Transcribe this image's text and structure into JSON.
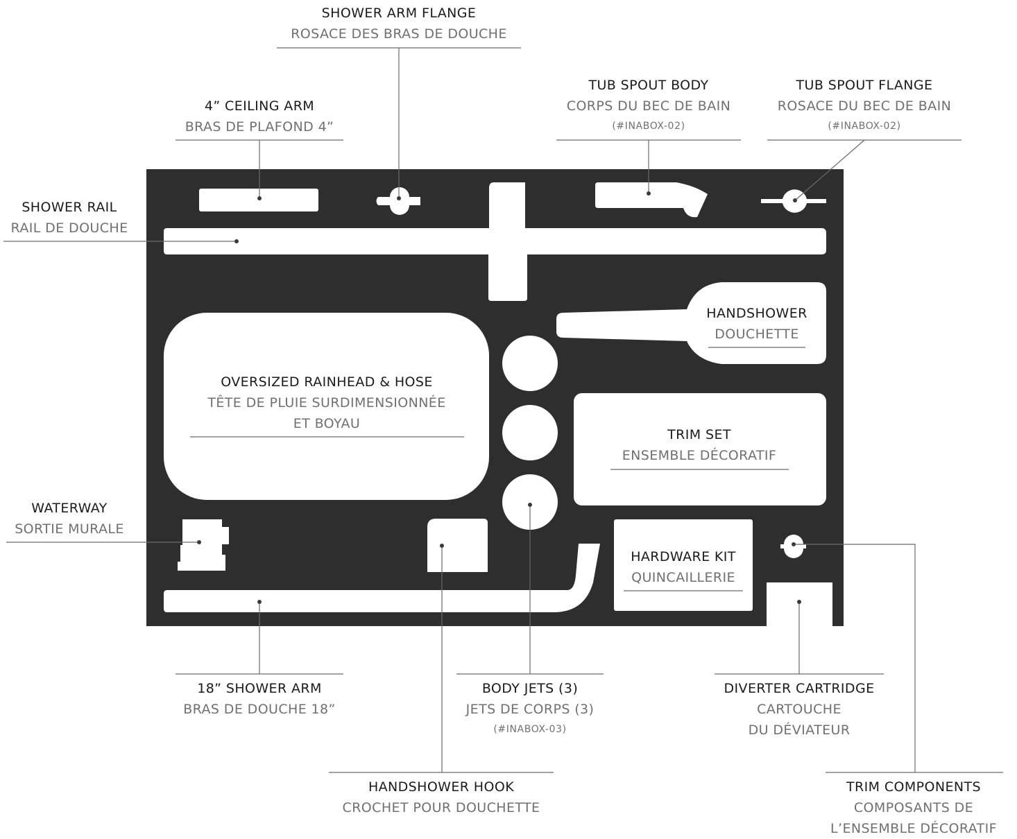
{
  "colors": {
    "tray": "#2e2e2e",
    "cutout": "#ffffff",
    "leader": "#6b6b6b",
    "label_primary": "#1b1b1b",
    "label_secondary": "#707070"
  },
  "labels": {
    "shower_arm_flange": {
      "en": "SHOWER ARM FLANGE",
      "fr": "ROSACE DES BRAS DE DOUCHE"
    },
    "ceiling_arm": {
      "en": "4” CEILING ARM",
      "fr": "BRAS DE PLAFOND 4”"
    },
    "tub_spout_body": {
      "en": "TUB SPOUT BODY",
      "fr": "CORPS DU BEC DE BAIN",
      "code": "(#INABOX-02)"
    },
    "tub_spout_flange": {
      "en": "TUB SPOUT FLANGE",
      "fr": "ROSACE DU BEC DE BAIN",
      "code": "(#INABOX-02)"
    },
    "shower_rail": {
      "en": "SHOWER RAIL",
      "fr": "RAIL DE DOUCHE"
    },
    "handshower": {
      "en": "HANDSHOWER",
      "fr": "DOUCHETTE"
    },
    "rainhead": {
      "en": "OVERSIZED RAINHEAD & HOSE",
      "fr": "TÊTE DE PLUIE SURDIMENSIONNÉE",
      "fr2": "ET BOYAU"
    },
    "trim_set": {
      "en": "TRIM SET",
      "fr": "ENSEMBLE DÉCORATIF"
    },
    "waterway": {
      "en": "WATERWAY",
      "fr": "SORTIE MURALE"
    },
    "hardware_kit": {
      "en": "HARDWARE KIT",
      "fr": "QUINCAILLERIE"
    },
    "shower_arm_18": {
      "en": "18” SHOWER ARM",
      "fr": "BRAS DE DOUCHE 18”"
    },
    "body_jets": {
      "en": "BODY JETS (3)",
      "fr": "JETS DE CORPS (3)",
      "code": "(#INABOX-03)"
    },
    "diverter_cartridge": {
      "en": "DIVERTER CARTRIDGE",
      "fr": "CARTOUCHE",
      "fr2": "DU DÉVIATEUR"
    },
    "handshower_hook": {
      "en": "HANDSHOWER HOOK",
      "fr": "CROCHET POUR DOUCHETTE"
    },
    "trim_components": {
      "en": "TRIM COMPONENTS",
      "fr": "COMPOSANTS DE",
      "fr2": "L’ENSEMBLE DÉCORATIF"
    }
  }
}
